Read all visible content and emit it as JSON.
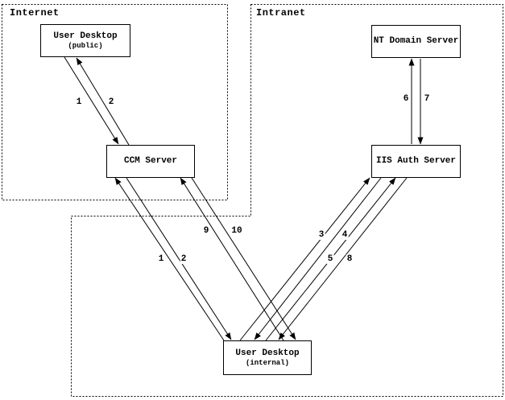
{
  "zones": {
    "internet": {
      "label": "Internet"
    },
    "intranet": {
      "label": "Intranet"
    }
  },
  "nodes": {
    "user_desktop_public": {
      "title": "User Desktop",
      "subtitle": "(public)"
    },
    "ccm_server": {
      "title": "CCM Server"
    },
    "nt_domain_server": {
      "title": "NT Domain Server"
    },
    "iis_auth_server": {
      "title": "IIS Auth Server"
    },
    "user_desktop_internal": {
      "title": "User Desktop",
      "subtitle": "(internal)"
    }
  },
  "edges": [
    {
      "label": "1",
      "from": "user_desktop_public",
      "to": "ccm_server"
    },
    {
      "label": "2",
      "from": "ccm_server",
      "to": "user_desktop_public"
    },
    {
      "label": "1",
      "from": "user_desktop_internal",
      "to": "ccm_server"
    },
    {
      "label": "2",
      "from": "ccm_server",
      "to": "user_desktop_internal"
    },
    {
      "label": "9",
      "from": "user_desktop_internal",
      "to": "ccm_server"
    },
    {
      "label": "10",
      "from": "ccm_server",
      "to": "user_desktop_internal"
    },
    {
      "label": "3",
      "from": "user_desktop_internal",
      "to": "iis_auth_server"
    },
    {
      "label": "4",
      "from": "iis_auth_server",
      "to": "user_desktop_internal"
    },
    {
      "label": "5",
      "from": "user_desktop_internal",
      "to": "iis_auth_server"
    },
    {
      "label": "8",
      "from": "iis_auth_server",
      "to": "user_desktop_internal"
    },
    {
      "label": "6",
      "from": "iis_auth_server",
      "to": "nt_domain_server"
    },
    {
      "label": "7",
      "from": "nt_domain_server",
      "to": "iis_auth_server"
    }
  ],
  "colors": {
    "line": "#000000",
    "box_border": "#000000",
    "text": "#000000",
    "background": "#ffffff"
  }
}
